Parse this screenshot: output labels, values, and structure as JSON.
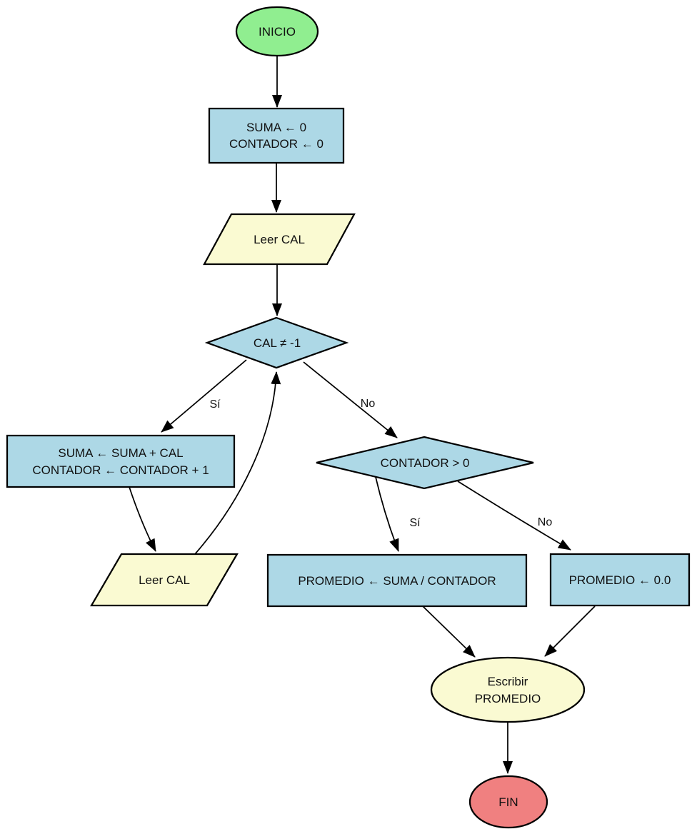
{
  "diagram": {
    "kind": "flowchart",
    "language": "es",
    "description": "Algoritmo de promedio de calificaciones"
  },
  "colors": {
    "start_fill": "#90EE90",
    "process_fill": "#ADD8E6",
    "io_fill": "#FAFAD2",
    "end_fill": "#F08080",
    "stroke": "#000000",
    "background": "#FFFFFF"
  },
  "nodes": {
    "start": {
      "label": "INICIO"
    },
    "init": {
      "line1": "SUMA ← 0",
      "line2": "CONTADOR ← 0"
    },
    "read1": {
      "label": "Leer CAL"
    },
    "check_cal": {
      "label": "CAL ≠ -1"
    },
    "accumulate": {
      "line1": "SUMA ← SUMA + CAL",
      "line2": "CONTADOR ← CONTADOR + 1"
    },
    "read2": {
      "label": "Leer CAL"
    },
    "check_contador": {
      "label": "CONTADOR > 0"
    },
    "compute_avg": {
      "label": "PROMEDIO ← SUMA / CONTADOR"
    },
    "avg_zero": {
      "label": "PROMEDIO ← 0.0"
    },
    "write_result": {
      "line1": "Escribir",
      "line2": "PROMEDIO"
    },
    "end": {
      "label": "FIN"
    }
  },
  "edge_labels": {
    "yes1": "Sí",
    "no1": "No",
    "yes2": "Sí",
    "no2": "No"
  }
}
